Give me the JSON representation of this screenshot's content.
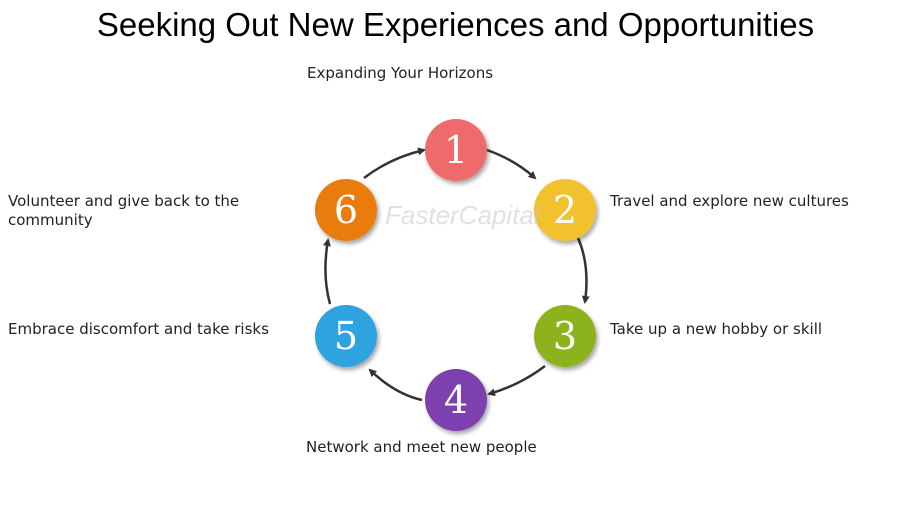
{
  "title": "Seeking Out New Experiences and Opportunities",
  "watermark": "FasterCapital",
  "steps": [
    {
      "number": "1",
      "label": "Expanding Your Horizons",
      "color": "#ef6b6b"
    },
    {
      "number": "2",
      "label": "Travel and explore new cultures",
      "color": "#f2c12e"
    },
    {
      "number": "3",
      "label": "Take up a new hobby or skill",
      "color": "#8cb21e"
    },
    {
      "number": "4",
      "label": "Network and meet new people",
      "color": "#7d3fae"
    },
    {
      "number": "5",
      "label": "Embrace discomfort and take risks",
      "color": "#2ea3df"
    },
    {
      "number": "6",
      "label": "Volunteer and give back to the community",
      "color": "#e97c10"
    }
  ]
}
